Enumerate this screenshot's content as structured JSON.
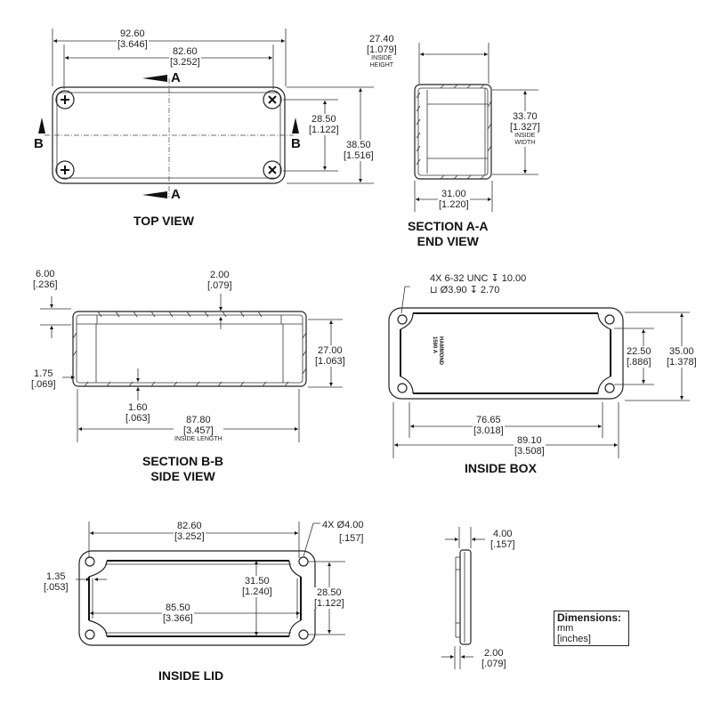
{
  "drawing": {
    "units_legend": {
      "title": "Dimensions:",
      "primary": "mm",
      "secondary": "[inches]"
    },
    "views": {
      "top_view": {
        "title": "TOP VIEW",
        "section_markers": {
          "a_top": "A",
          "a_bottom": "A",
          "b_left": "B",
          "b_right": "B"
        },
        "dims": {
          "overall_length": {
            "mm": "92.60",
            "in": "[3.646]"
          },
          "screw_spacing_length": {
            "mm": "82.60",
            "in": "[3.252]"
          },
          "screw_spacing_width": {
            "mm": "28.50",
            "in": "[1.122]"
          },
          "overall_width": {
            "mm": "38.50",
            "in": "[1.516]"
          }
        }
      },
      "section_a_a": {
        "title_line1": "SECTION A-A",
        "title_line2": "END VIEW",
        "dims": {
          "inside_height": {
            "mm": "27.40",
            "in": "[1.079]",
            "note_line1": "INSIDE",
            "note_line2": "HEIGHT"
          },
          "inside_width": {
            "mm": "33.70",
            "in": "[1.327]",
            "note_line1": "INSIDE",
            "note_line2": "WIDTH"
          },
          "overall_height": {
            "mm": "31.00",
            "in": "[1.220]"
          }
        }
      },
      "section_b_b": {
        "title_line1": "SECTION B-B",
        "title_line2": "SIDE VIEW",
        "dims": {
          "lid_depth": {
            "mm": "6.00",
            "in": "[.236]"
          },
          "top_wall": {
            "mm": "2.00",
            "in": "[.079]"
          },
          "box_height": {
            "mm": "27.00",
            "in": "[1.063]"
          },
          "side_wall": {
            "mm": "1.75",
            "in": "[.069]"
          },
          "floor_wall": {
            "mm": "1.60",
            "in": "[.063]"
          },
          "inside_length": {
            "mm": "87.80",
            "in": "[3.457]",
            "note": "INSIDE LENGTH"
          }
        }
      },
      "inside_box": {
        "title": "INSIDE BOX",
        "callout_line1": "4X 6-32 UNC ↧ 10.00",
        "callout_line2": "⊔ Ø3.90 ↧ 2.70",
        "mark_line1": "HAMMOND",
        "mark_line2": "1590 A",
        "dims": {
          "inner_width": {
            "mm": "22.50",
            "in": "[.886]"
          },
          "outer_width": {
            "mm": "35.00",
            "in": "[1.378]"
          },
          "hole_spacing": {
            "mm": "76.65",
            "in": "[3.018]"
          },
          "outer_length": {
            "mm": "89.10",
            "in": "[3.508]"
          }
        }
      },
      "inside_lid": {
        "title": "INSIDE LID",
        "callout_line1": "4X Ø4.00",
        "callout_line2": "[.157]",
        "dims": {
          "hole_spacing_length": {
            "mm": "82.60",
            "in": "[3.252]"
          },
          "lip_thickness": {
            "mm": "1.35",
            "in": "[.053]"
          },
          "lip_width": {
            "mm": "31.50",
            "in": "[1.240]"
          },
          "lip_length": {
            "mm": "85.50",
            "in": "[3.366]"
          },
          "hole_spacing_width": {
            "mm": "28.50",
            "in": "[1.122]"
          }
        }
      },
      "lid_profile": {
        "dims": {
          "total_thickness": {
            "mm": "4.00",
            "in": "[.157]"
          },
          "plate_thickness": {
            "mm": "2.00",
            "in": "[.079]"
          }
        }
      }
    }
  }
}
